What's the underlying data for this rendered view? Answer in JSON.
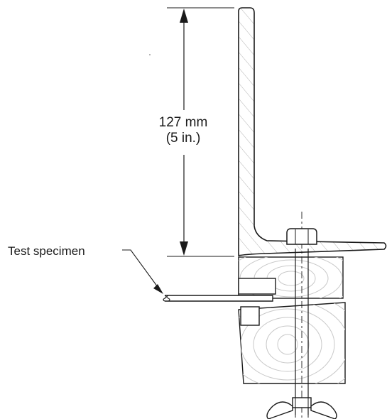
{
  "dimension": {
    "value": "127 mm",
    "imperial": "(5 in.)"
  },
  "specimen_label": "Test specimen",
  "colors": {
    "stroke": "#1a1a1a",
    "hatch": "#9a9a9a",
    "wood_grain": "#c8c8c8",
    "background": "#ffffff"
  }
}
